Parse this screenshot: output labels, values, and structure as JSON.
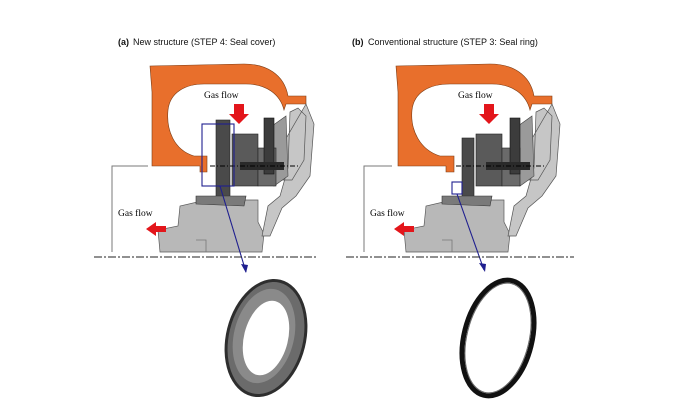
{
  "panels": [
    {
      "id": "a",
      "tag": "(a)",
      "title": "New structure (STEP 4: Seal cover)",
      "gas_flow_top": "Gas flow",
      "gas_flow_side": "Gas flow",
      "detail_part": "seal-cover"
    },
    {
      "id": "b",
      "tag": "(b)",
      "title": "Conventional structure (STEP 3: Seal ring)",
      "gas_flow_top": "Gas flow",
      "gas_flow_side": "Gas flow",
      "detail_part": "seal-ring"
    }
  ],
  "colors": {
    "housing": "#E86F2C",
    "turbine": "#B8B8B8",
    "metal_dark": "#4A4A4A",
    "arrow_red": "#E3161B",
    "pointer_blue": "#1F1F8F"
  }
}
